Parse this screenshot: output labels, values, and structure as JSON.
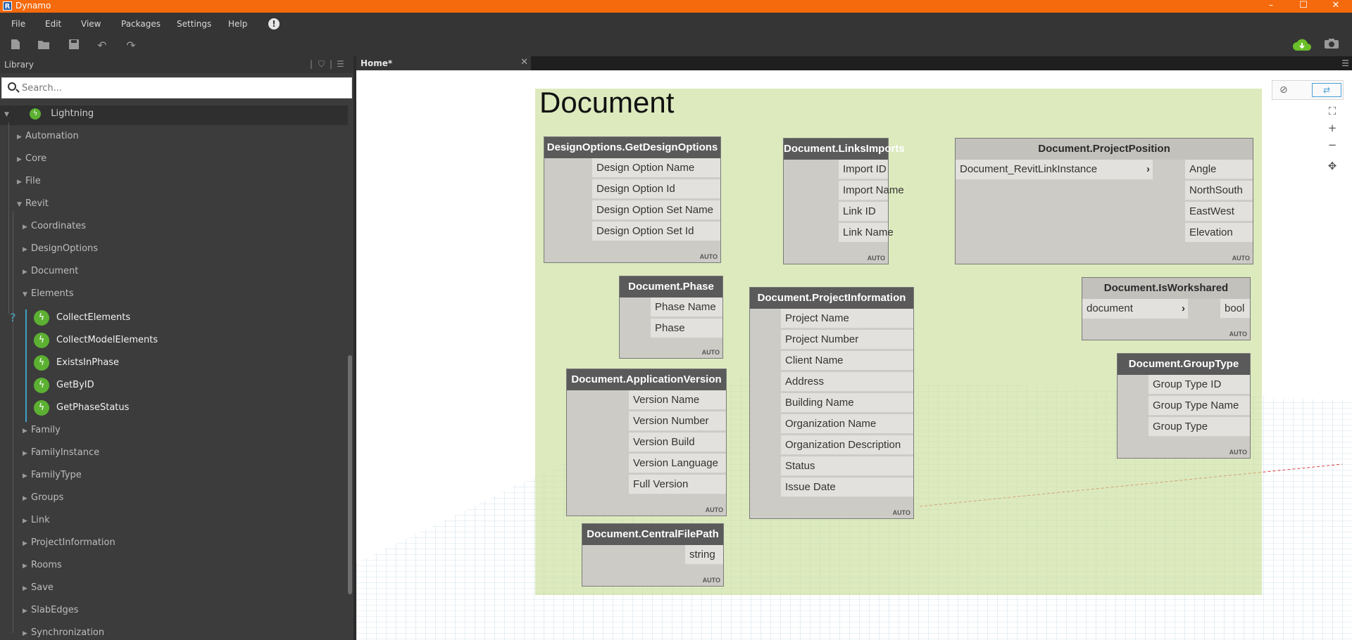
{
  "window": {
    "title": "Dynamo",
    "app_icon": "R",
    "controls": [
      "minimize",
      "maximize",
      "close"
    ]
  },
  "menu": {
    "items": [
      "File",
      "Edit",
      "View",
      "Packages",
      "Settings",
      "Help"
    ],
    "alert_icon": "!"
  },
  "toolbar": {
    "icons": [
      "new-file-icon",
      "open-folder-icon",
      "save-icon",
      "undo-icon",
      "redo-icon",
      "cloud-download-icon",
      "camera-icon"
    ]
  },
  "library": {
    "title": "Library",
    "search_placeholder": "Search...",
    "root": "Lightning",
    "categories": [
      "Automation",
      "Core",
      "File",
      "Revit"
    ],
    "revit_children": [
      "Coordinates",
      "DesignOptions",
      "Document",
      "Elements"
    ],
    "elements_children": [
      "CollectElements",
      "CollectModelElements",
      "ExistsInPhase",
      "GetByID",
      "GetPhaseStatus"
    ],
    "more_children": [
      "Family",
      "FamilyInstance",
      "FamilyType",
      "Groups",
      "Link",
      "ProjectInformation",
      "Rooms",
      "Save",
      "SlabEdges",
      "Synchronization"
    ],
    "help_mark": "?"
  },
  "tab": {
    "label": "Home*",
    "close": "✕"
  },
  "canvas": {
    "group_title": "Document",
    "accent_group": "#c8dd96",
    "lacing": "AUTO",
    "nodes": {
      "design_options": {
        "title": "DesignOptions.GetDesignOptions",
        "outputs": [
          "Design Option Name",
          "Design Option Id",
          "Design Option Set Name",
          "Design Option Set Id"
        ]
      },
      "links_imports": {
        "title": "Document.LinksImports",
        "outputs": [
          "Import ID",
          "Import Name",
          "Link ID",
          "Link Name"
        ]
      },
      "project_position": {
        "title": "Document.ProjectPosition",
        "input": "Document_RevitLinkInstance",
        "outputs": [
          "Angle",
          "NorthSouth",
          "EastWest",
          "Elevation"
        ]
      },
      "phase": {
        "title": "Document.Phase",
        "outputs": [
          "Phase Name",
          "Phase"
        ]
      },
      "project_information": {
        "title": "Document.ProjectInformation",
        "outputs": [
          "Project Name",
          "Project Number",
          "Client Name",
          "Address",
          "Building Name",
          "Organization Name",
          "Organization Description",
          "Status",
          "Issue Date"
        ]
      },
      "is_workshared": {
        "title": "Document.IsWorkshared",
        "input": "document",
        "output": "bool"
      },
      "application_version": {
        "title": "Document.ApplicationVersion",
        "outputs": [
          "Version Name",
          "Version Number",
          "Version Build",
          "Version Language",
          "Full Version"
        ]
      },
      "group_type": {
        "title": "Document.GroupType",
        "outputs": [
          "Group Type ID",
          "Group Type Name",
          "Group Type"
        ]
      },
      "central_file_path": {
        "title": "Document.CentralFilePath",
        "output": "string"
      }
    }
  }
}
